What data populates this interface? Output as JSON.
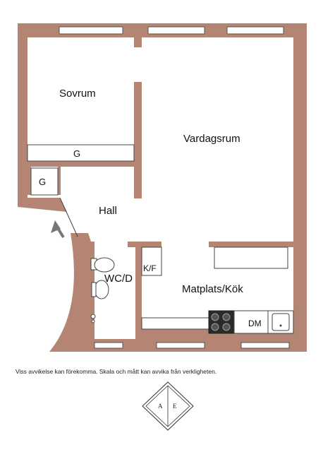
{
  "rooms": {
    "sovrum": "Sovrum",
    "vardagsrum": "Vardagsrum",
    "hall": "Hall",
    "wcd": "WC/D",
    "matplats": "Matplats/Kök"
  },
  "storage": {
    "g_bedroom": "G",
    "g_hall": "G",
    "kf": "K/F",
    "dm": "DM"
  },
  "disclaimer": "Viss avvikelse kan förekomma. Skala och mått kan avvika från verkligheten.",
  "logo": {
    "left": "A",
    "right": "E"
  },
  "colors": {
    "wall": "#b58574",
    "arrow": "#777777"
  }
}
